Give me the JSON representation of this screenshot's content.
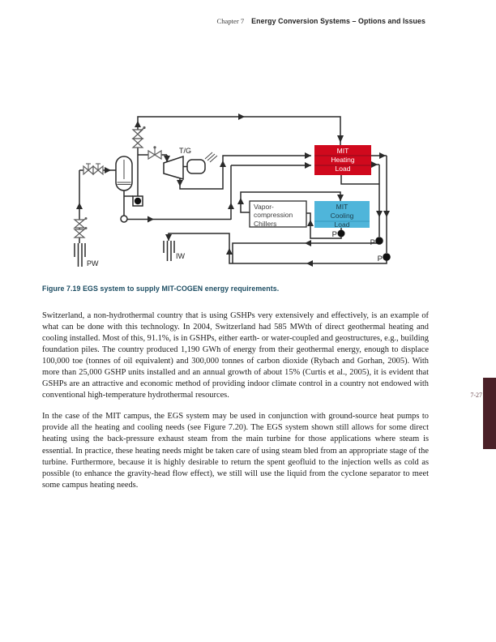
{
  "header": {
    "chapter": "Chapter 7",
    "title": "Energy Conversion Systems – Options and Issues"
  },
  "figure": {
    "caption": "Figure 7.19 EGS system to supply MIT-COGEN energy requirements.",
    "diagram": {
      "labels": {
        "turbine_generator": "T/G",
        "production_well": "PW",
        "injection_well": "IW",
        "pump": "P"
      },
      "boxes": {
        "heating_load": {
          "label": "MIT\nHeating\nLoad",
          "color": "#d0091d"
        },
        "cooling_load": {
          "label": "MIT\nCooling\nLoad",
          "color": "#4fb5da"
        },
        "chillers": {
          "label": "Vapor-\ncompression\nChillers",
          "color": "#ffffff"
        }
      }
    }
  },
  "body": {
    "paragraphs": [
      "Switzerland, a non-hydrothermal country that is using GSHPs very extensively and effectively, is an example of what can be done with this technology. In 2004, Switzerland had 585 MWth of direct geothermal heating and cooling installed. Most of this, 91.1%, is in GSHPs, either earth- or water-coupled and geostructures, e.g., building foundation piles. The country produced 1,190 GWh of energy from their geothermal energy, enough to displace 100,000 toe (tonnes of oil equivalent) and 300,000 tonnes of carbon dioxide (Rybach and Gorhan, 2005). With more than 25,000 GSHP units installed and an annual growth of about 15% (Curtis et al., 2005), it is evident that GSHPs are an attractive and economic method of providing indoor climate control in a country not endowed with conventional high-temperature hydrothermal resources.",
      "In the case of the MIT campus, the EGS system may be used in conjunction with ground-source heat pumps to provide all the heating and cooling needs (see Figure 7.20). The EGS system shown still allows for some direct heating using the back-pressure exhaust steam from the main turbine for those applications where steam is essential. In practice, these heating needs might be taken care of using steam bled from an appropriate stage of the turbine. Furthermore, because it is highly desirable to return the spent geofluid to the injection wells as cold as possible (to enhance the gravity-head flow effect), we still will use the liquid from the cyclone separator to meet some campus heating needs."
    ]
  },
  "page": {
    "number": "7-27",
    "tab_color": "#4a2027",
    "accent_red": "#d0091d",
    "accent_blue": "#4fb5da",
    "caption_color": "#1a4b61"
  }
}
